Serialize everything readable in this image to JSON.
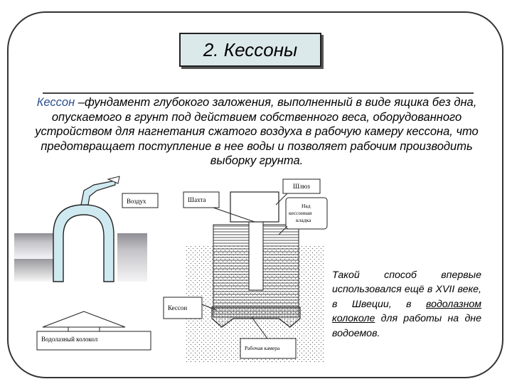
{
  "slide": {
    "title": "2. Кессоны",
    "definition_term": "Кессон ",
    "definition_rest": "–фундамент глубокого заложения, выполненный в виде ящика без дна, опускаемого в грунт под действием собственного веса, оборудованного устройством для нагнетания сжатого воздуха в рабочую камеру кессона, что предотвращает поступление в нее воды и позволяет рабочим производить выборку грунта.",
    "side_text_1": "Такой способ впервые использовался ещё в XVII веке, в Швеции, в ",
    "side_text_link": "водолазном колоколе",
    "side_text_2": " для работы на дне водоемов."
  },
  "diagram": {
    "labels": {
      "air": "Воздух",
      "diving_bell": "Водолазный колокол",
      "shaft": "Шахта",
      "lock": "Шлюз",
      "masonry_line1": "Над",
      "masonry_line2": "кессонная",
      "masonry_line3": "кладка",
      "caisson": "Кессон",
      "work_chamber": "Рабочая камера"
    }
  },
  "colors": {
    "title_bg": "#dce9ea",
    "bell_fill": "#cfe9f1",
    "water_gray": "#b8b8bc",
    "term_blue": "#2a4f8f"
  }
}
